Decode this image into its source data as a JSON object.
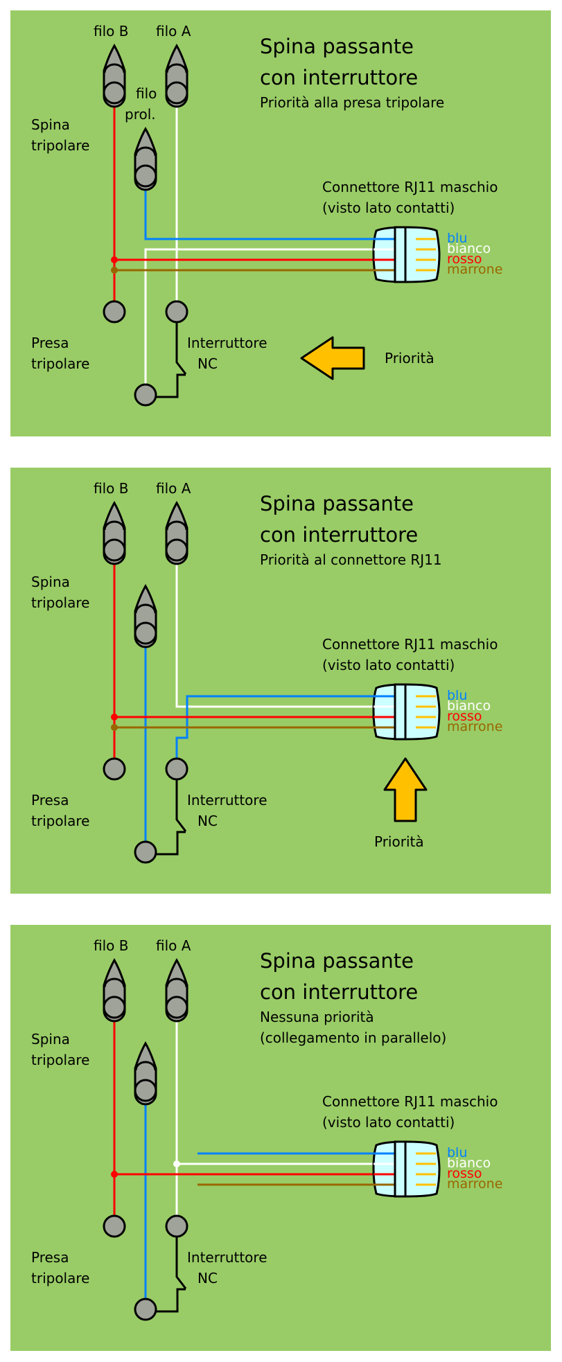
{
  "colors": {
    "background": "#99cc66",
    "wire_blue": "#0080ff",
    "wire_white": "#ffffff",
    "wire_red": "#ff0000",
    "wire_brown": "#996600",
    "contact_gold": "#ffc000",
    "arrow_fill": "#ffc000",
    "pin_fill": "#a0a39a",
    "connector_fill": "#ccffff"
  },
  "legend": [
    {
      "label": "blu",
      "color": "#0080ff"
    },
    {
      "label": "bianco",
      "color": "#ffffff"
    },
    {
      "label": "rosso",
      "color": "#ff0000"
    },
    {
      "label": "marrone",
      "color": "#996600"
    }
  ],
  "panels": [
    {
      "title_line1": "Spina passante",
      "title_line2": "con interruttore",
      "subtitle_line1": "Priorità alla presa tripolare",
      "subtitle_line2": "",
      "filo_b": "filo B",
      "filo_a": "filo A",
      "filo_prol_line1": "filo",
      "filo_prol_line2": "prol.",
      "spina_line1": "Spina",
      "spina_line2": "tripolare",
      "presa_line1": "Presa",
      "presa_line2": "tripolare",
      "switch_line1": "Interruttore",
      "switch_line2": "NC",
      "connector_line1": "Connettore RJ11 maschio",
      "connector_line2": "(visto lato contatti)",
      "priority_label": "Priorità",
      "priority_direction": "left"
    },
    {
      "title_line1": "Spina passante",
      "title_line2": "con interruttore",
      "subtitle_line1": "Priorità al connettore RJ11",
      "subtitle_line2": "",
      "filo_b": "filo B",
      "filo_a": "filo A",
      "spina_line1": "Spina",
      "spina_line2": "tripolare",
      "presa_line1": "Presa",
      "presa_line2": "tripolare",
      "switch_line1": "Interruttore",
      "switch_line2": "NC",
      "connector_line1": "Connettore RJ11 maschio",
      "connector_line2": "(visto lato contatti)",
      "priority_label": "Priorità",
      "priority_direction": "up"
    },
    {
      "title_line1": "Spina passante",
      "title_line2": "con interruttore",
      "subtitle_line1": "Nessuna priorità",
      "subtitle_line2": "(collegamento in parallelo)",
      "filo_b": "filo B",
      "filo_a": "filo A",
      "spina_line1": "Spina",
      "spina_line2": "tripolare",
      "presa_line1": "Presa",
      "presa_line2": "tripolare",
      "switch_line1": "Interruttore",
      "switch_line2": "NC",
      "connector_line1": "Connettore RJ11 maschio",
      "connector_line2": "(visto lato contatti)",
      "priority_label": "",
      "priority_direction": "none"
    }
  ]
}
